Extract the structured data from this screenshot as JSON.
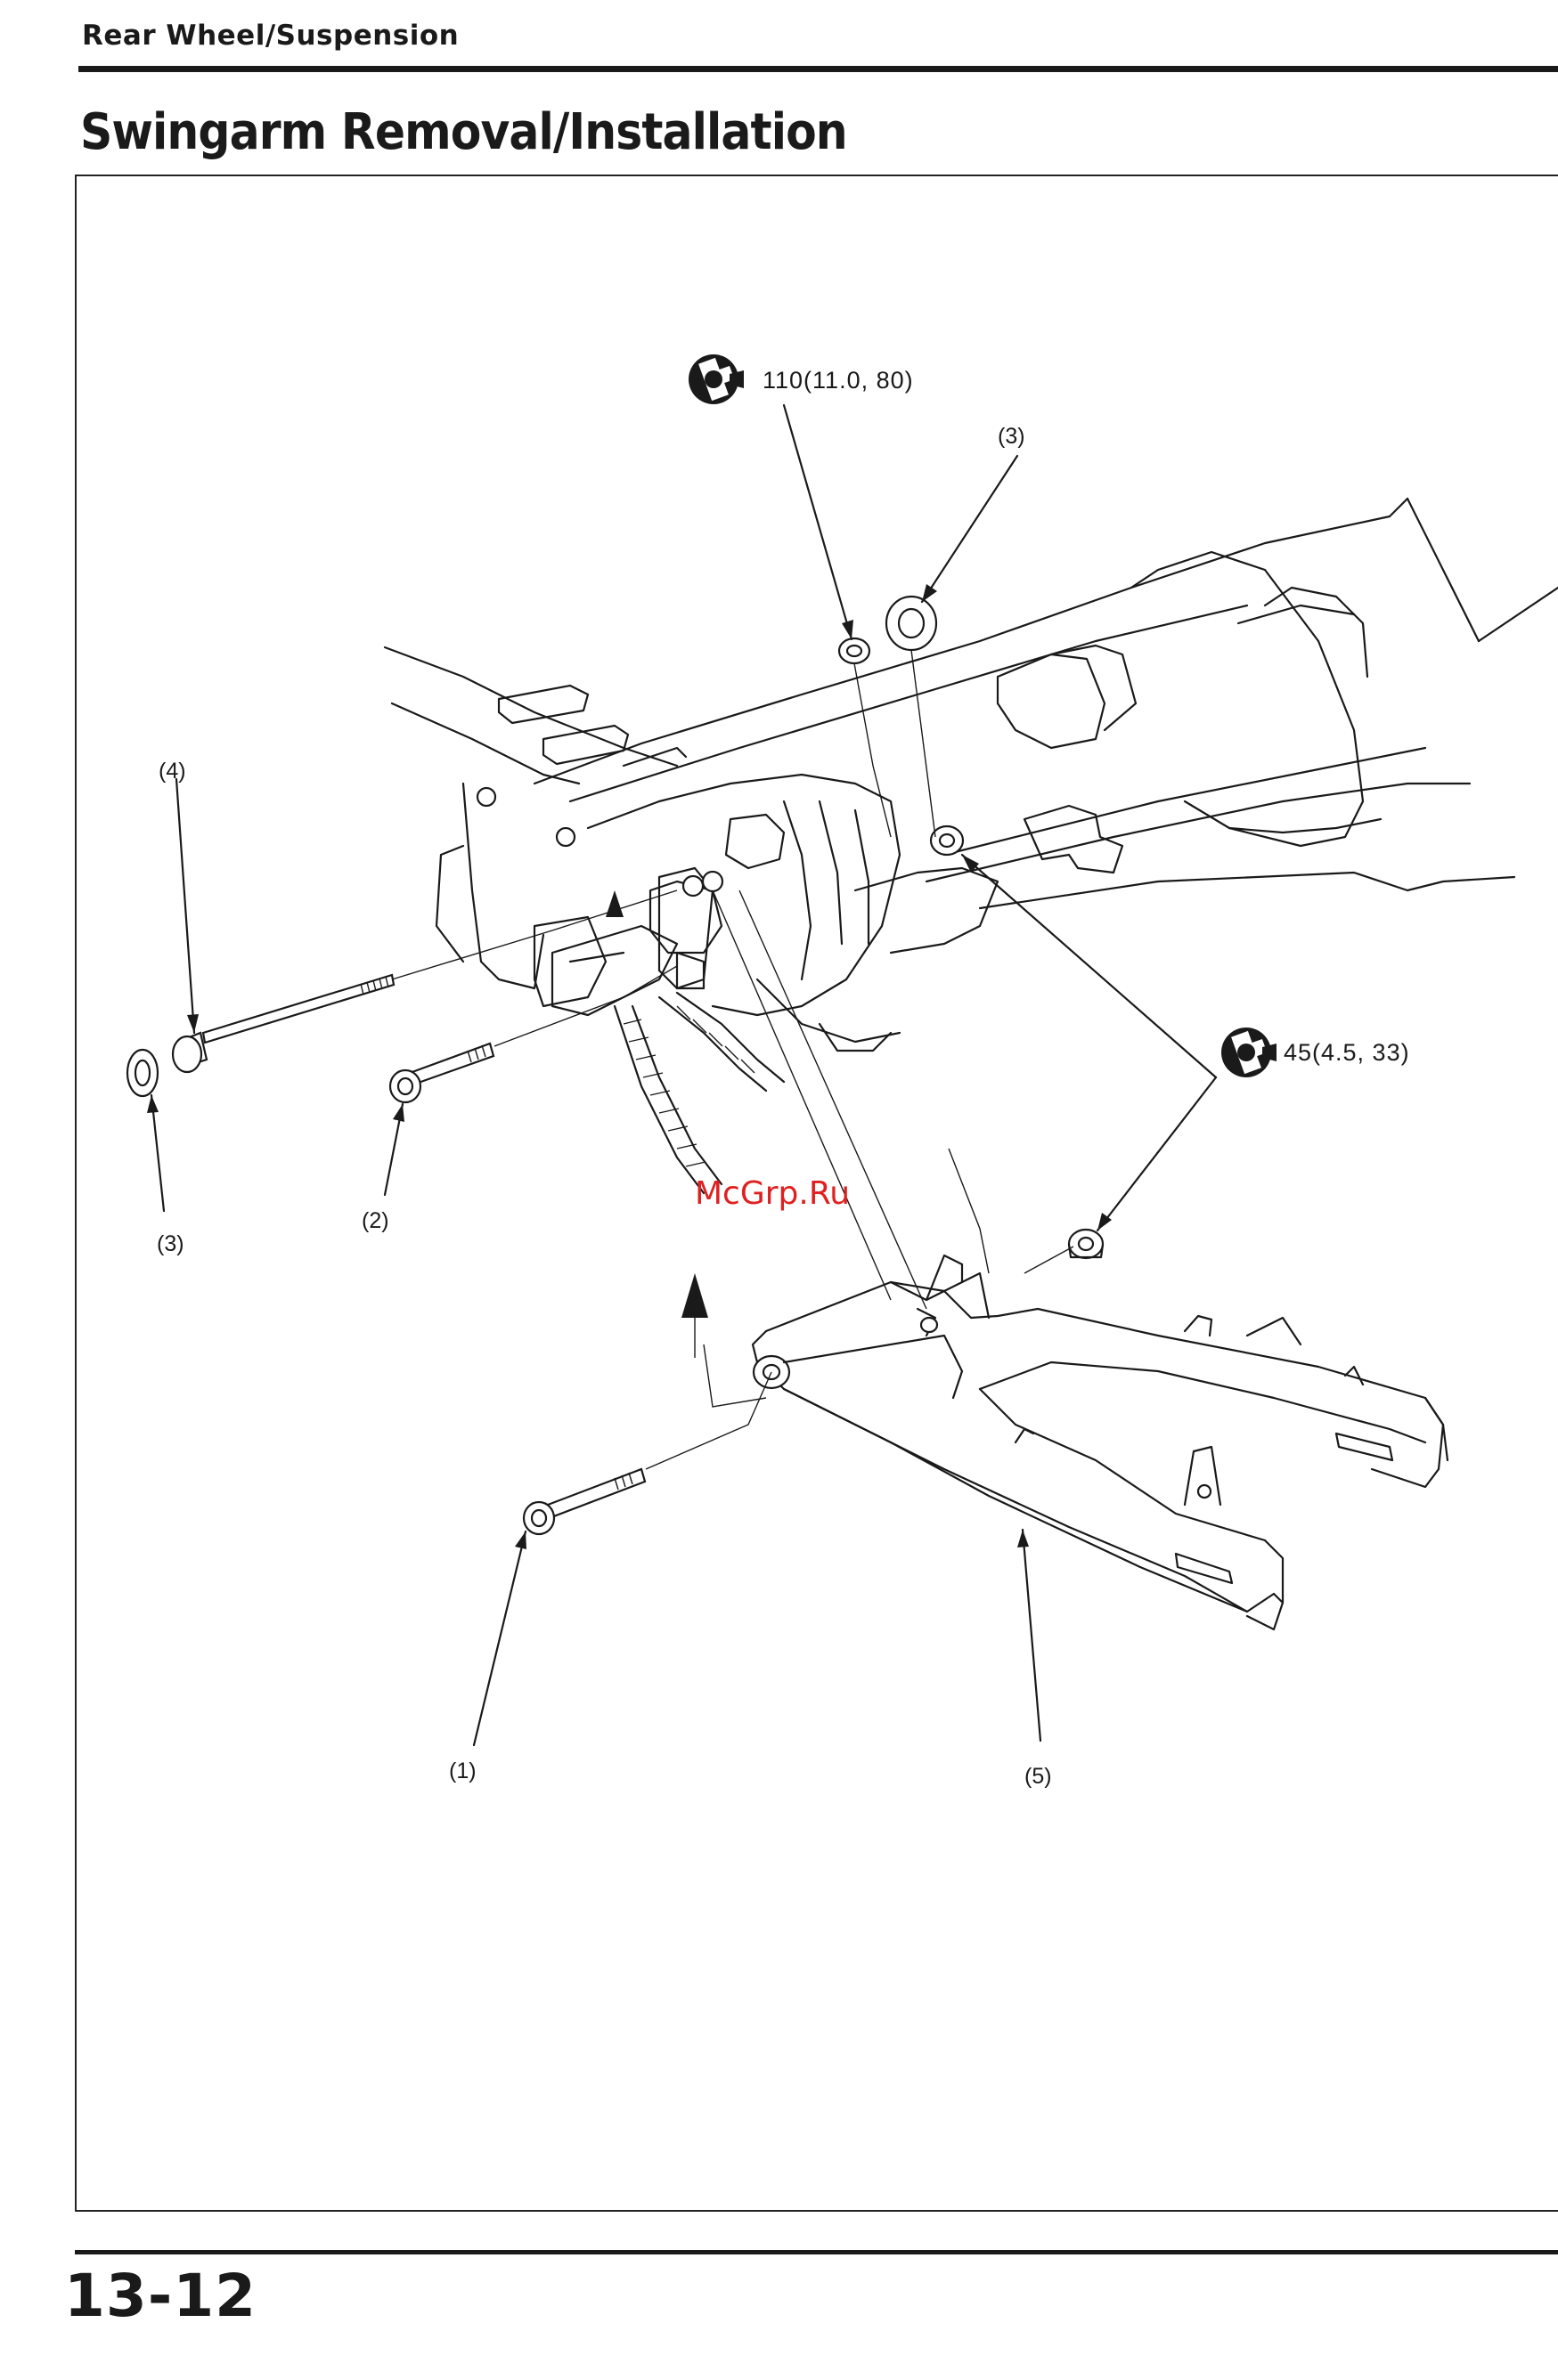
{
  "header": {
    "section": "Rear Wheel/Suspension",
    "title": "Swingarm Removal/Installation"
  },
  "callouts": {
    "c1": "(1)",
    "c2": "(2)",
    "c3_top": "(3)",
    "c3_left": "(3)",
    "c4": "(4)",
    "c5": "(5)"
  },
  "torque": {
    "upper": "110(11.0, 80)",
    "right": "45(4.5, 33)"
  },
  "icons": {
    "torque_wrench": "torque-wrench-icon"
  },
  "watermark": "McGrp.Ru",
  "footer": {
    "page_number": "13-12"
  },
  "colors": {
    "ink": "#1a1a1a",
    "watermark": "#e02020"
  }
}
